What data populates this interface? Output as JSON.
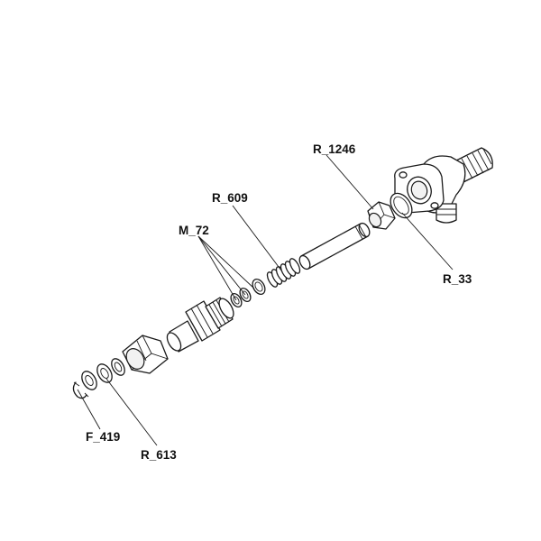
{
  "callouts": {
    "r1246": "R_1246",
    "r609": "R_609",
    "m72": "M_72",
    "r33": "R_33",
    "f419": "F_419",
    "r613": "R_613"
  }
}
